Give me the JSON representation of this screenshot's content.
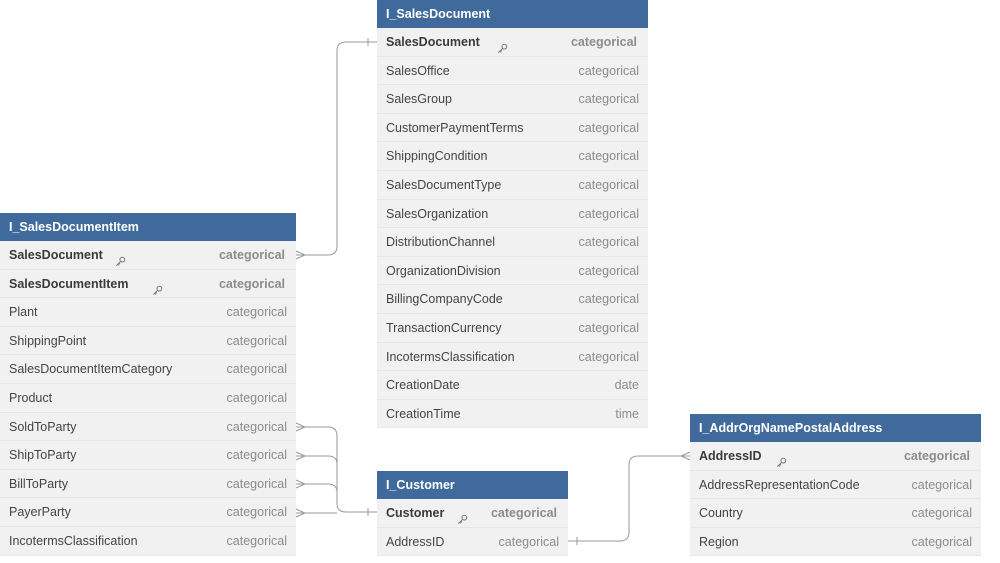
{
  "entities": {
    "sales_document": {
      "title": "I_SalesDocument",
      "fields": [
        {
          "name": "SalesDocument",
          "type": "categorical",
          "key": true
        },
        {
          "name": "SalesOffice",
          "type": "categorical"
        },
        {
          "name": "SalesGroup",
          "type": "categorical"
        },
        {
          "name": "CustomerPaymentTerms",
          "type": "categorical"
        },
        {
          "name": "ShippingCondition",
          "type": "categorical"
        },
        {
          "name": "SalesDocumentType",
          "type": "categorical"
        },
        {
          "name": "SalesOrganization",
          "type": "categorical"
        },
        {
          "name": "DistributionChannel",
          "type": "categorical"
        },
        {
          "name": "OrganizationDivision",
          "type": "categorical"
        },
        {
          "name": "BillingCompanyCode",
          "type": "categorical"
        },
        {
          "name": "TransactionCurrency",
          "type": "categorical"
        },
        {
          "name": "IncotermsClassification",
          "type": "categorical"
        },
        {
          "name": "CreationDate",
          "type": "date"
        },
        {
          "name": "CreationTime",
          "type": "time"
        }
      ]
    },
    "sales_document_item": {
      "title": "I_SalesDocumentItem",
      "fields": [
        {
          "name": "SalesDocument",
          "type": "categorical",
          "key": true
        },
        {
          "name": "SalesDocumentItem",
          "type": "categorical",
          "key": true
        },
        {
          "name": "Plant",
          "type": "categorical"
        },
        {
          "name": "ShippingPoint",
          "type": "categorical"
        },
        {
          "name": "SalesDocumentItemCategory",
          "type": "categorical"
        },
        {
          "name": "Product",
          "type": "categorical"
        },
        {
          "name": "SoldToParty",
          "type": "categorical"
        },
        {
          "name": "ShipToParty",
          "type": "categorical"
        },
        {
          "name": "BillToParty",
          "type": "categorical"
        },
        {
          "name": "PayerParty",
          "type": "categorical"
        },
        {
          "name": "IncotermsClassification",
          "type": "categorical"
        }
      ]
    },
    "customer": {
      "title": "I_Customer",
      "fields": [
        {
          "name": "Customer",
          "type": "categorical",
          "key": true
        },
        {
          "name": "AddressID",
          "type": "categorical"
        }
      ]
    },
    "addr": {
      "title": "I_AddrOrgNamePostalAddress",
      "fields": [
        {
          "name": "AddressID",
          "type": "categorical",
          "key": true
        },
        {
          "name": "AddressRepresentationCode",
          "type": "categorical"
        },
        {
          "name": "Country",
          "type": "categorical"
        },
        {
          "name": "Region",
          "type": "categorical"
        }
      ]
    }
  },
  "relationships": [
    {
      "from": "I_SalesDocumentItem.SalesDocument",
      "to": "I_SalesDocument.SalesDocument"
    },
    {
      "from": "I_SalesDocumentItem.SoldToParty",
      "to": "I_Customer.Customer"
    },
    {
      "from": "I_SalesDocumentItem.ShipToParty",
      "to": "I_Customer.Customer"
    },
    {
      "from": "I_SalesDocumentItem.BillToParty",
      "to": "I_Customer.Customer"
    },
    {
      "from": "I_SalesDocumentItem.PayerParty",
      "to": "I_Customer.Customer"
    },
    {
      "from": "I_Customer.AddressID",
      "to": "I_AddrOrgNamePostalAddress.AddressID"
    }
  ],
  "colors": {
    "header": "#3f6a9b",
    "row": "#f1f1f1",
    "line": "#9a9a9a"
  },
  "icons": {
    "key": "key-icon"
  }
}
